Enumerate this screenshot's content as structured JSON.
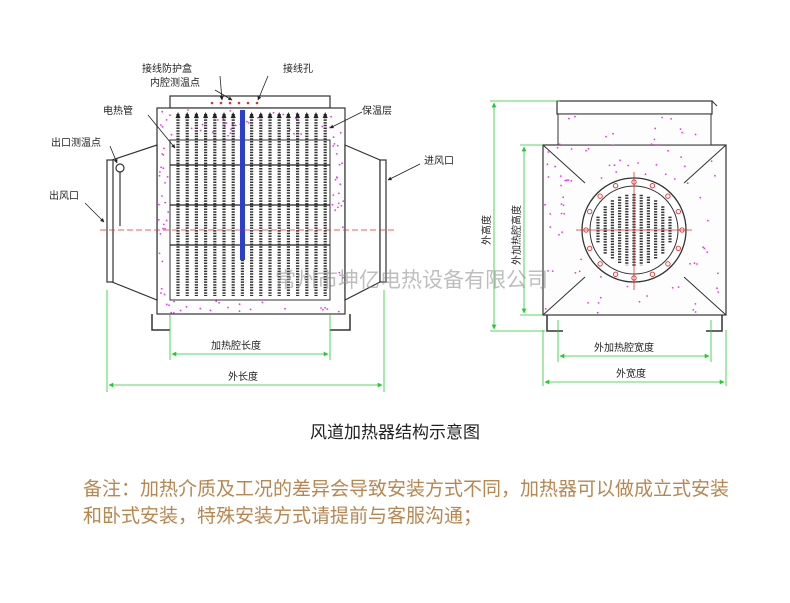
{
  "labels": {
    "junction_box": "接线防护盒",
    "inner_temp_point": "内腔测温点",
    "wiring_hole": "接线孔",
    "heating_tube": "电热管",
    "insulation_layer": "保温层",
    "outlet_temp_point": "出口测温点",
    "outlet": "出风口",
    "inlet": "进风口"
  },
  "dimensions": {
    "cavity_length": "加热腔长度",
    "outer_length": "外长度",
    "outer_height": "外高度",
    "cavity_height": "外加热腔高度",
    "cavity_width": "外加热腔宽度",
    "outer_width": "外宽度"
  },
  "watermark": "常州市坤亿电热设备有限公司",
  "caption": "风道加热器结构示意图",
  "note": "备注：加热介质及工况的差异会导致安装方式不同，加热器可以做成立式安装和卧式安装，特殊安装方式请提前与客服沟通；",
  "colors": {
    "dimension_green": "#22cc33",
    "note_text": "#b8874f",
    "insulation_dots": "#e040e0",
    "tube_blue": "#2a3fd0",
    "flange_red": "#e03030"
  }
}
